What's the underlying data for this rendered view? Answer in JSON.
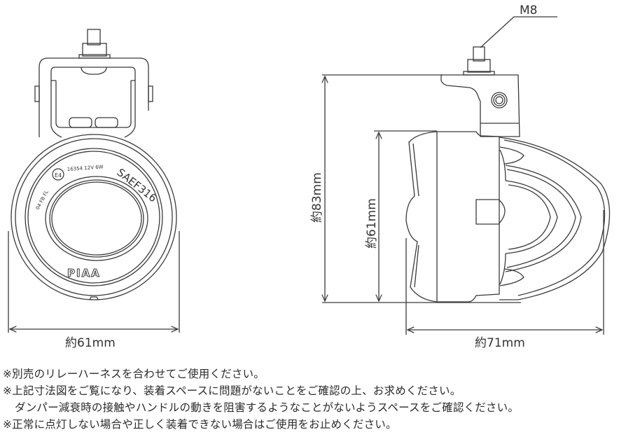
{
  "front_view": {
    "width_label": "約61mm",
    "lens_markings": {
      "code_left": "04 FB FL",
      "e_mark": "E4",
      "code_top": "16354 12V 6W",
      "sae_code": "SAEF316",
      "brand": "PIAA"
    }
  },
  "side_view": {
    "thread_label": "M8",
    "total_height_label": "約83mm",
    "lens_height_label": "約61mm",
    "depth_label": "約71mm"
  },
  "notes": [
    "※別売のリレーハーネスを合わせてご使用ください。",
    "※上記寸法図をご覧になり、装着スペースに問題がないことをご確認の上、お求めください。",
    "ダンパー減衰時の接触やハンドルの動きを阻害するようなことがないようスペースをご確認ください。",
    "※正常に点灯しない場合や正しく装着できない場合はご使用をお止めください。"
  ],
  "colors": {
    "line": "#3a3a3a",
    "background": "#ffffff",
    "text": "#2a2a2a"
  }
}
